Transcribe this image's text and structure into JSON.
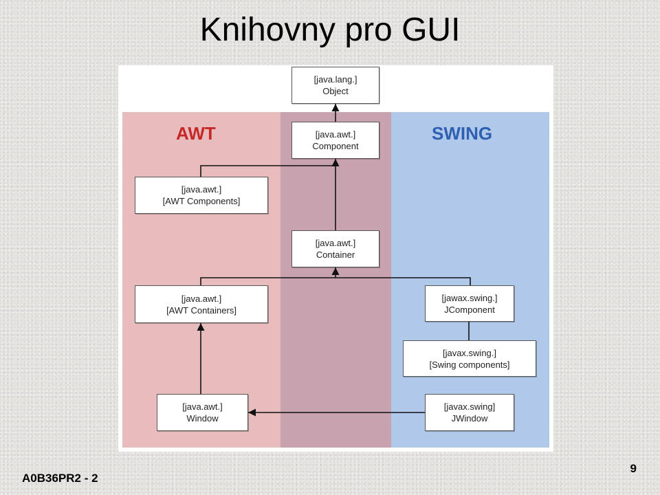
{
  "slide": {
    "title": "Knihovny pro GUI",
    "footer_left": "A0B36PR2 - 2",
    "page_number": "9"
  },
  "diagram": {
    "awt_label": "AWT",
    "swing_label": "SWING",
    "nodes": {
      "object": {
        "package": "[java.lang.]",
        "name": "Object"
      },
      "component": {
        "package": "[java.awt.]",
        "name": "Component"
      },
      "awt_components": {
        "package": "[java.awt.]",
        "name": "[AWT Components]"
      },
      "container": {
        "package": "[java.awt.]",
        "name": "Container"
      },
      "awt_containers": {
        "package": "[java.awt.]",
        "name": "[AWT Containers]"
      },
      "jcomponent": {
        "package": "[jawax.swing.]",
        "name": "JComponent"
      },
      "swing_components": {
        "package": "[javax.swing.]",
        "name": "[Swing components]"
      },
      "window": {
        "package": "[java.awt.]",
        "name": "Window"
      },
      "jwindow": {
        "package": "[javax.swing]",
        "name": "JWindow"
      }
    },
    "colors": {
      "awt_band": "#e8bcbc",
      "shared_band": "#c8a2ae",
      "swing_band": "#b0c8ea",
      "awt_text": "#c62828",
      "swing_text": "#2e5fb0"
    }
  }
}
